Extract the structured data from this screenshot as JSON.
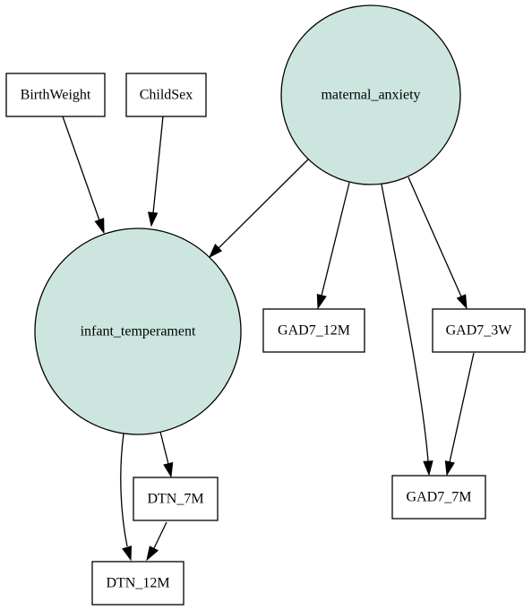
{
  "diagram": {
    "colors": {
      "latent_fill": "#cce6df",
      "observed_fill": "#ffffff",
      "stroke": "#000000"
    },
    "nodes": {
      "birthweight": {
        "label": "BirthWeight",
        "shape": "box"
      },
      "childsex": {
        "label": "ChildSex",
        "shape": "box"
      },
      "maternal_anxiety": {
        "label": "maternal_anxiety",
        "shape": "circle"
      },
      "infant_temperament": {
        "label": "infant_temperament",
        "shape": "circle"
      },
      "gad7_12m": {
        "label": "GAD7_12M",
        "shape": "box"
      },
      "gad7_3w": {
        "label": "GAD7_3W",
        "shape": "box"
      },
      "gad7_7m": {
        "label": "GAD7_7M",
        "shape": "box"
      },
      "dtn_7m": {
        "label": "DTN_7M",
        "shape": "box"
      },
      "dtn_12m": {
        "label": "DTN_12M",
        "shape": "box"
      }
    },
    "edges": [
      {
        "from": "BirthWeight",
        "to": "infant_temperament"
      },
      {
        "from": "ChildSex",
        "to": "infant_temperament"
      },
      {
        "from": "maternal_anxiety",
        "to": "infant_temperament"
      },
      {
        "from": "maternal_anxiety",
        "to": "GAD7_12M"
      },
      {
        "from": "maternal_anxiety",
        "to": "GAD7_7M"
      },
      {
        "from": "maternal_anxiety",
        "to": "GAD7_3W"
      },
      {
        "from": "GAD7_3W",
        "to": "GAD7_7M"
      },
      {
        "from": "infant_temperament",
        "to": "DTN_7M"
      },
      {
        "from": "infant_temperament",
        "to": "DTN_12M"
      },
      {
        "from": "DTN_7M",
        "to": "DTN_12M"
      }
    ]
  }
}
